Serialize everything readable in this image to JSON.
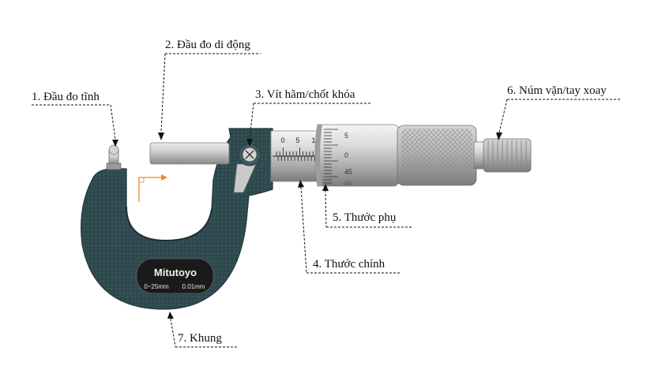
{
  "labels": {
    "fixed_anvil": "1. Đầu đo tĩnh",
    "spindle": "2. Đầu đo di động",
    "lock": "3. Vít hãm/chốt khóa",
    "main_scale": "4. Thước chính",
    "thimble_scale": "5. Thước phụ",
    "ratchet": "6. Núm vặn/tay xoay",
    "frame": "7. Khung"
  },
  "brand": {
    "name": "Mitutoyo",
    "range": "0~25mm",
    "resolution": "0.01mm"
  },
  "sleeve_ticks": [
    "0",
    "5",
    "1"
  ],
  "thimble_ticks": [
    "5",
    "0",
    "45",
    "40"
  ],
  "colors": {
    "frame": "#2e4a4e",
    "steel": "#c8c8c8",
    "arrow": "#f08a2a",
    "line": "#111111"
  }
}
